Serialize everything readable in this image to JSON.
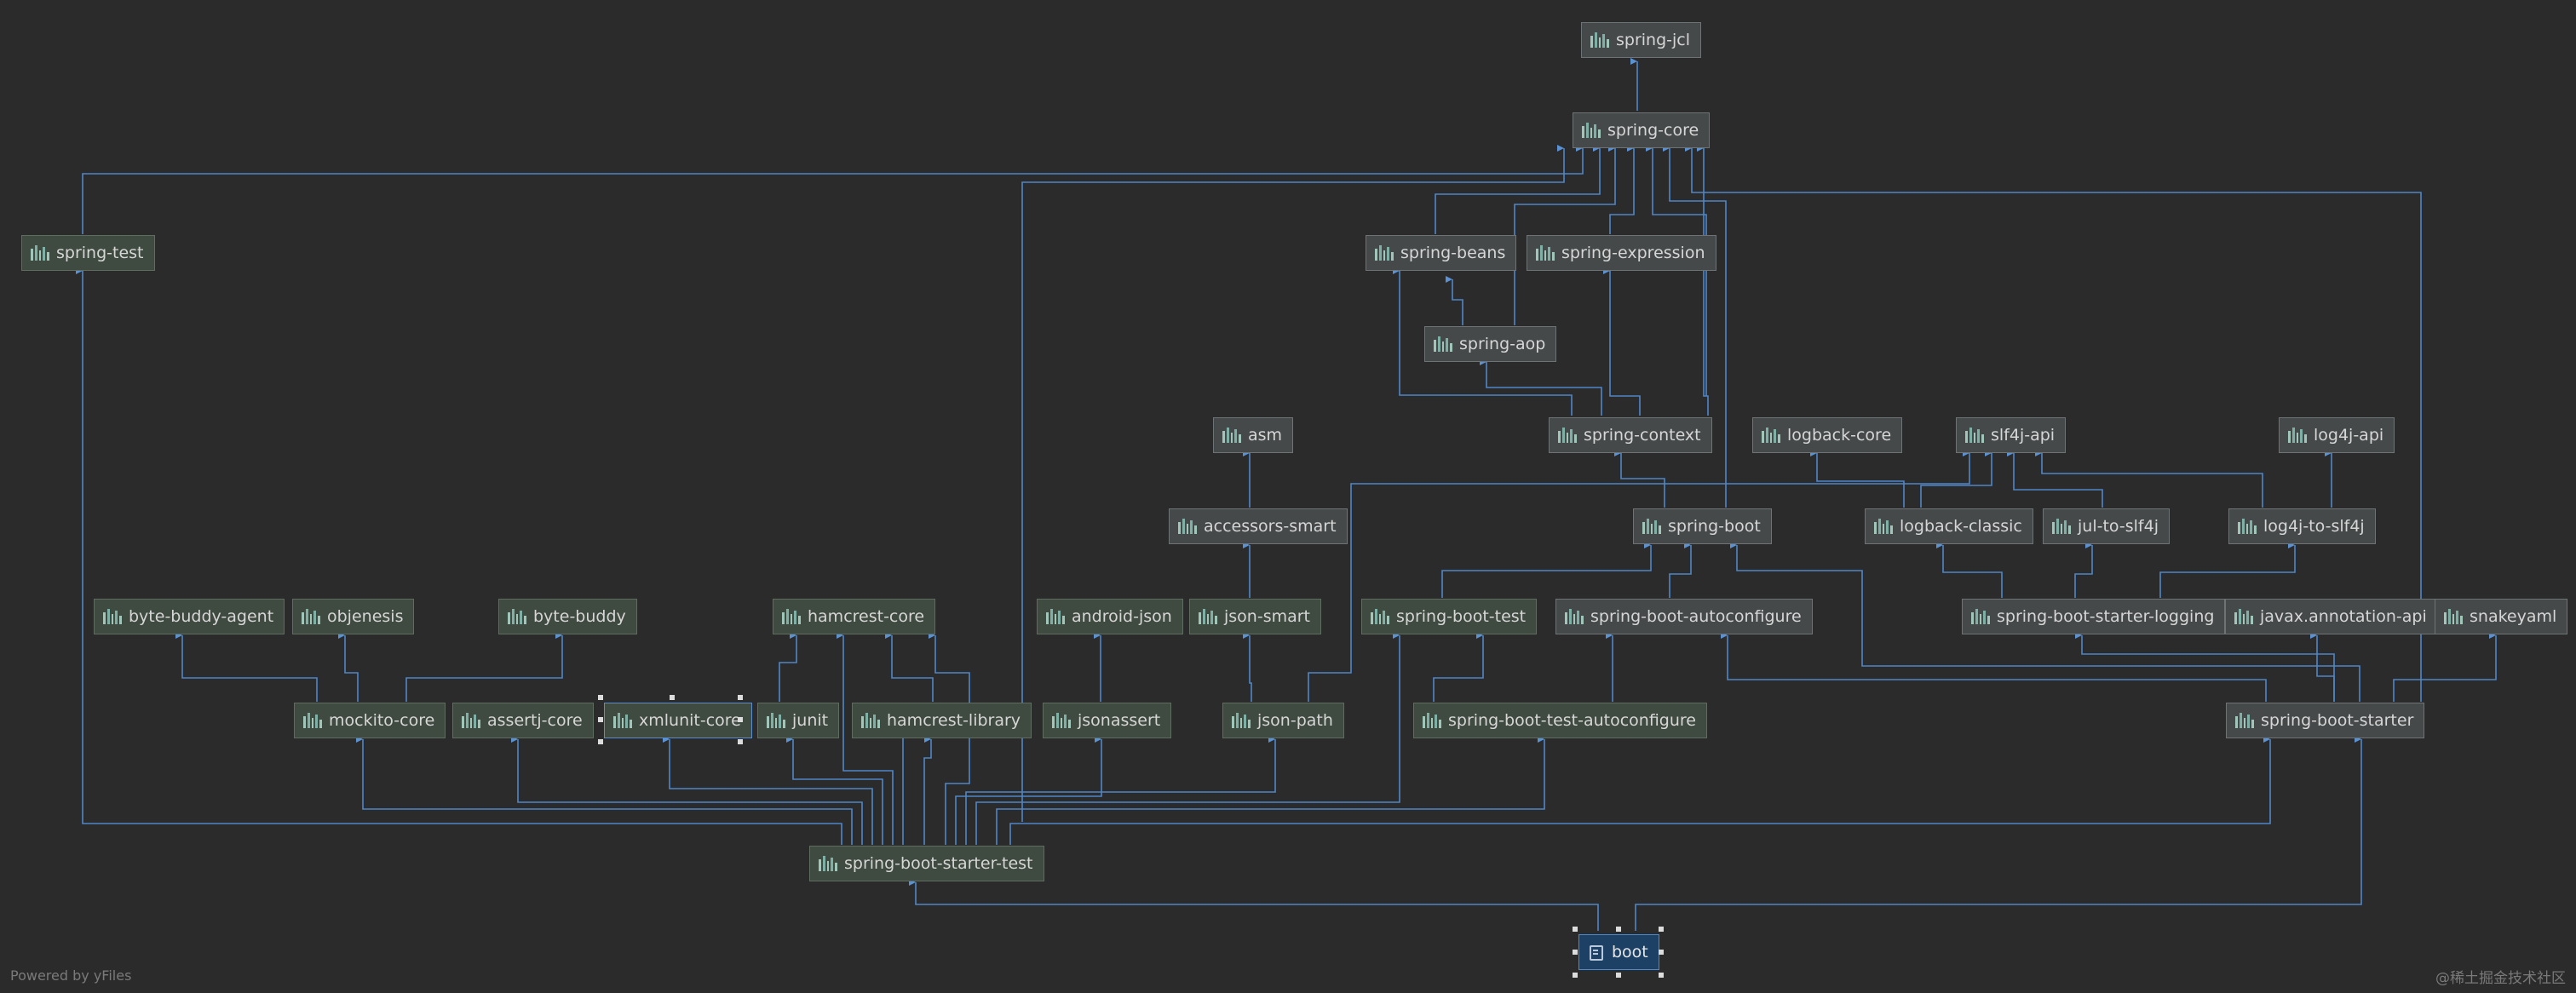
{
  "diagram": {
    "nodes": [
      {
        "id": "spring-jcl",
        "label": "spring-jcl"
      },
      {
        "id": "spring-core",
        "label": "spring-core"
      },
      {
        "id": "spring-test",
        "label": "spring-test"
      },
      {
        "id": "spring-beans",
        "label": "spring-beans"
      },
      {
        "id": "spring-expression",
        "label": "spring-expression"
      },
      {
        "id": "spring-aop",
        "label": "spring-aop"
      },
      {
        "id": "asm",
        "label": "asm"
      },
      {
        "id": "spring-context",
        "label": "spring-context"
      },
      {
        "id": "logback-core",
        "label": "logback-core"
      },
      {
        "id": "slf4j-api",
        "label": "slf4j-api"
      },
      {
        "id": "log4j-api",
        "label": "log4j-api"
      },
      {
        "id": "accessors-smart",
        "label": "accessors-smart"
      },
      {
        "id": "spring-boot",
        "label": "spring-boot"
      },
      {
        "id": "logback-classic",
        "label": "logback-classic"
      },
      {
        "id": "jul-to-slf4j",
        "label": "jul-to-slf4j"
      },
      {
        "id": "log4j-to-slf4j",
        "label": "log4j-to-slf4j"
      },
      {
        "id": "byte-buddy-agent",
        "label": "byte-buddy-agent"
      },
      {
        "id": "objenesis",
        "label": "objenesis"
      },
      {
        "id": "byte-buddy",
        "label": "byte-buddy"
      },
      {
        "id": "hamcrest-core",
        "label": "hamcrest-core"
      },
      {
        "id": "android-json",
        "label": "android-json"
      },
      {
        "id": "json-smart",
        "label": "json-smart"
      },
      {
        "id": "spring-boot-test",
        "label": "spring-boot-test"
      },
      {
        "id": "spring-boot-autoconfigure",
        "label": "spring-boot-autoconfigure"
      },
      {
        "id": "spring-boot-starter-logging",
        "label": "spring-boot-starter-logging"
      },
      {
        "id": "javax.annotation-api",
        "label": "javax.annotation-api"
      },
      {
        "id": "snakeyaml",
        "label": "snakeyaml"
      },
      {
        "id": "mockito-core",
        "label": "mockito-core"
      },
      {
        "id": "assertj-core",
        "label": "assertj-core"
      },
      {
        "id": "xmlunit-core",
        "label": "xmlunit-core"
      },
      {
        "id": "junit",
        "label": "junit"
      },
      {
        "id": "hamcrest-library",
        "label": "hamcrest-library"
      },
      {
        "id": "jsonassert",
        "label": "jsonassert"
      },
      {
        "id": "json-path",
        "label": "json-path"
      },
      {
        "id": "spring-boot-test-autoconfigure",
        "label": "spring-boot-test-autoconfigure"
      },
      {
        "id": "spring-boot-starter",
        "label": "spring-boot-starter"
      },
      {
        "id": "spring-boot-starter-test",
        "label": "spring-boot-starter-test"
      },
      {
        "id": "boot",
        "label": "boot"
      }
    ]
  },
  "footer": {
    "powered_by": "Powered by yFiles",
    "watermark": "@稀土掘金技术社区"
  },
  "colors": {
    "background": "#2b2b2b",
    "edge": "#4f86c6",
    "node": "#45494a",
    "node_test_scope": "#3f4a40",
    "root": "#1d4165"
  }
}
